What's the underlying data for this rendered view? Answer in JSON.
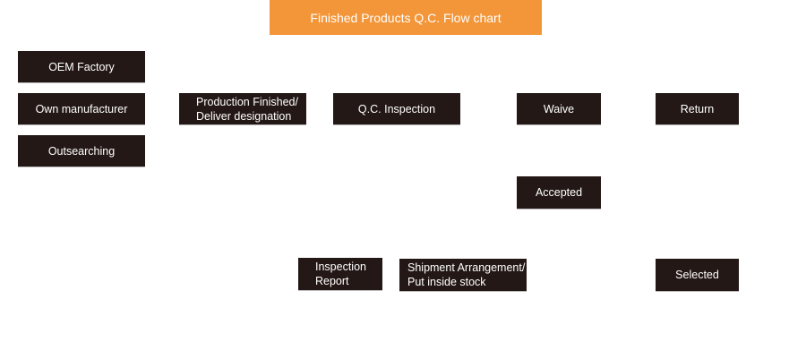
{
  "title": "Finished Products Q.C. Flow chart",
  "colors": {
    "title_bg": "#F39639",
    "box_bg": "#231815",
    "box_text": "#ffffff"
  },
  "nodes": {
    "oem_factory": "OEM Factory",
    "own_manufacturer": "Own manufacturer",
    "outsearching": "Outsearching",
    "production_finished": "Production Finished/\nDeliver designation",
    "qc_inspection": "Q.C. Inspection",
    "waive": "Waive",
    "return": "Return",
    "accepted": "Accepted",
    "inspection_report": "Inspection\nReport",
    "shipment_arrangement": "Shipment Arrangement/\nPut inside stock",
    "selected": "Selected"
  }
}
